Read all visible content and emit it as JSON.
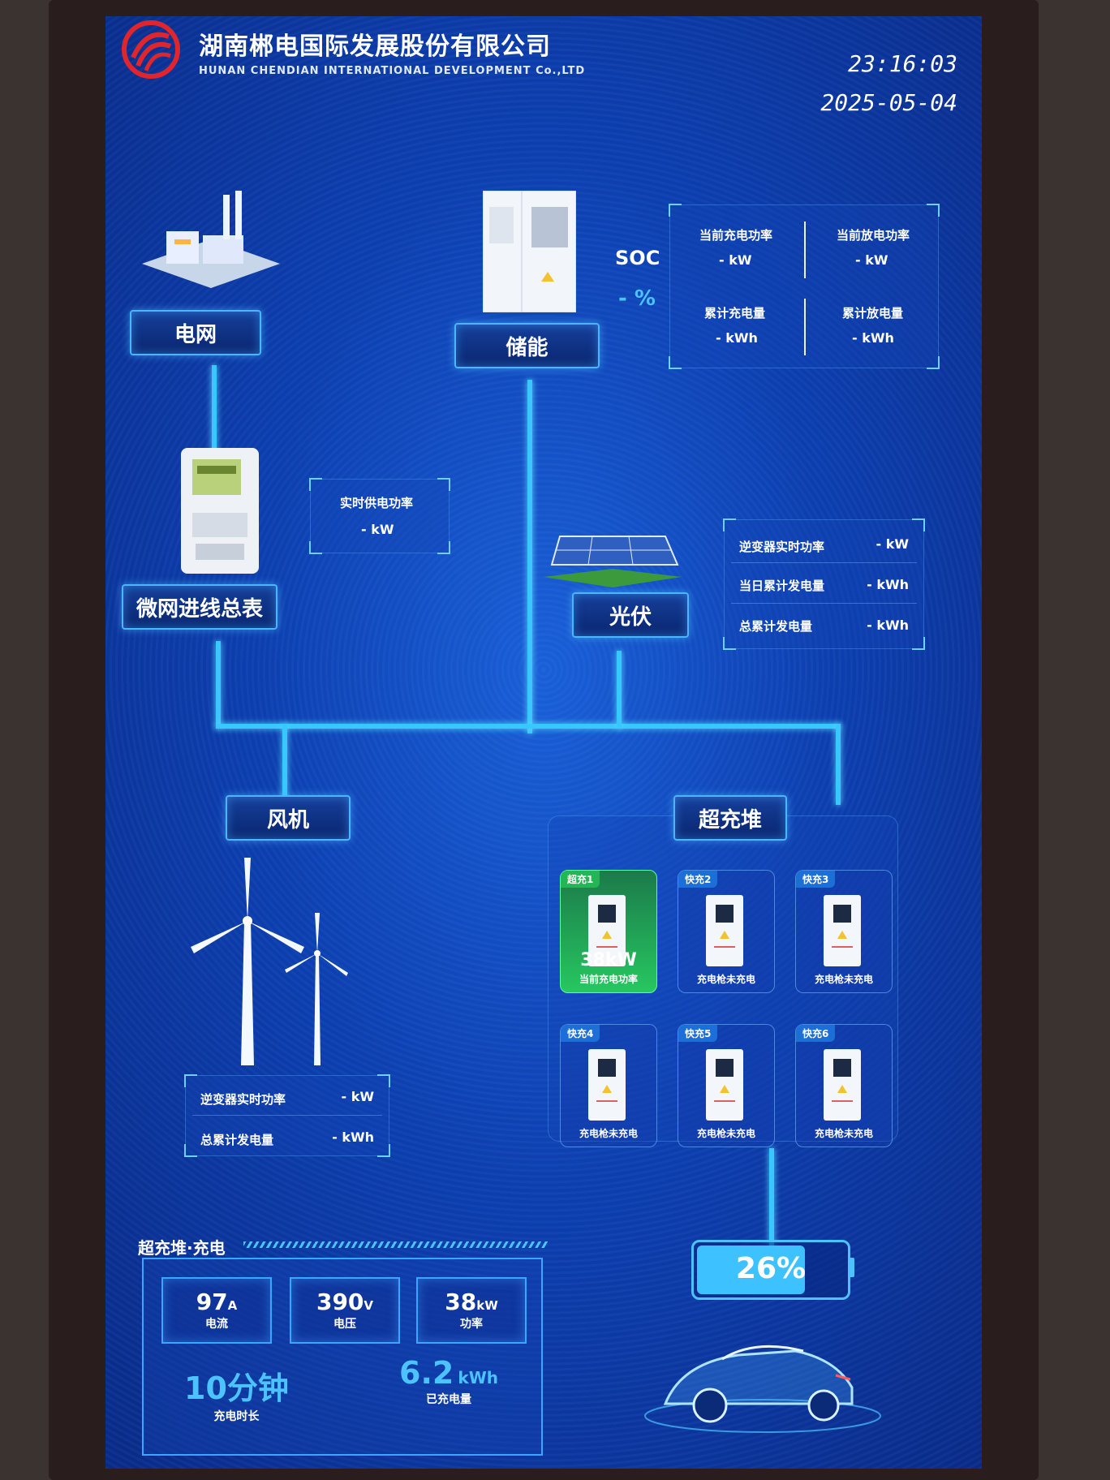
{
  "header": {
    "company_cn": "湖南郴电国际发展股份有限公司",
    "company_en": "HUNAN CHENDIAN INTERNATIONAL DEVELOPMENT Co.,LTD",
    "time": "23:16:03",
    "date": "2025-05-04"
  },
  "grid": {
    "label": "电网"
  },
  "meter": {
    "label": "微网进线总表",
    "power_label": "实时供电功率",
    "power_value": "-",
    "power_unit": "kW"
  },
  "storage": {
    "label": "储能",
    "soc_label": "SOC",
    "soc_value": "-",
    "soc_unit": "%",
    "charge_power_label": "当前充电功率",
    "charge_power_value": "-",
    "charge_power_unit": "kW",
    "discharge_power_label": "当前放电功率",
    "discharge_power_value": "-",
    "discharge_power_unit": "kW",
    "total_charge_label": "累计充电量",
    "total_charge_value": "-",
    "total_charge_unit": "kWh",
    "total_discharge_label": "累计放电量",
    "total_discharge_value": "-",
    "total_discharge_unit": "kWh"
  },
  "pv": {
    "label": "光伏",
    "rows": [
      {
        "label": "逆变器实时功率",
        "value": "-",
        "unit": "kW"
      },
      {
        "label": "当日累计发电量",
        "value": "-",
        "unit": "kWh"
      },
      {
        "label": "总累计发电量",
        "value": "-",
        "unit": "kWh"
      }
    ]
  },
  "wind": {
    "label": "风机",
    "rows": [
      {
        "label": "逆变器实时功率",
        "value": "-",
        "unit": "kW"
      },
      {
        "label": "总累计发电量",
        "value": "-",
        "unit": "kWh"
      }
    ]
  },
  "super_charger": {
    "label": "超充堆",
    "chargers": [
      {
        "tag": "超充1",
        "status": "当前充电功率",
        "power": "38kW",
        "active": true
      },
      {
        "tag": "快充2",
        "status": "充电枪未充电",
        "active": false
      },
      {
        "tag": "快充3",
        "status": "充电枪未充电",
        "active": false
      },
      {
        "tag": "快充4",
        "status": "充电枪未充电",
        "active": false
      },
      {
        "tag": "快充5",
        "status": "充电枪未充电",
        "active": false
      },
      {
        "tag": "快充6",
        "status": "充电枪未充电",
        "active": false
      }
    ]
  },
  "charging_panel": {
    "title": "超充堆·充电",
    "current": {
      "value": "97",
      "unit": "A",
      "label": "电流"
    },
    "voltage": {
      "value": "390",
      "unit": "V",
      "label": "电压"
    },
    "power": {
      "value": "38",
      "unit": "kW",
      "label": "功率"
    },
    "duration": {
      "value": "10分钟",
      "label": "充电时长"
    },
    "energy": {
      "value": "6.2",
      "unit": "kWh",
      "label": "已充电量"
    }
  },
  "battery": {
    "percent_text": "26%",
    "percent": 26
  },
  "colors": {
    "accent": "#38c7ff",
    "active_green": "#27c760",
    "screen_blue": "#0d3fb0"
  }
}
